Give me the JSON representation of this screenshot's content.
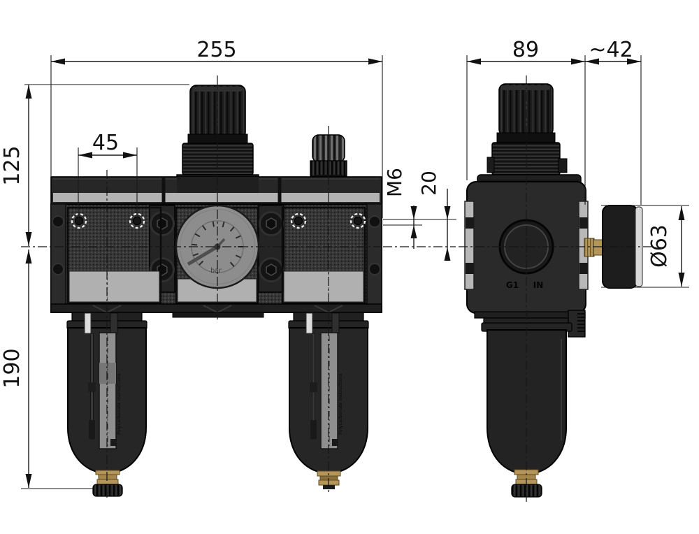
{
  "drawing": {
    "dims": {
      "front_total_width": "255",
      "mount_hole_spacing": "45",
      "upper_height": "125",
      "bowl_height": "190",
      "thread_callout": "M6",
      "thread_offset": "20",
      "side_body_width": "89",
      "gauge_depth": "~42",
      "gauge_diameter": "Ø63"
    },
    "labels": {
      "port_size": "G1",
      "port_direction": "IN",
      "gauge_unit": "bar",
      "bowl_marking_left": "Polycarbonate Instructions",
      "bowl_marking_right": "Polycarbonate Instructions"
    },
    "colors": {
      "background": "#ffffff",
      "line": "#1a1a1a",
      "body_dark": "#272727",
      "light_strip": "#b3b3b3",
      "panel_light": "#b0b0b0",
      "rail_light": "#b8b8b8",
      "gauge_face": "#8d8d8d",
      "gauge_face_strip": "#d9d9d9",
      "sight_glass": "#8f8f8f",
      "brass": "#b5965a",
      "white_marking": "#ececec"
    }
  }
}
